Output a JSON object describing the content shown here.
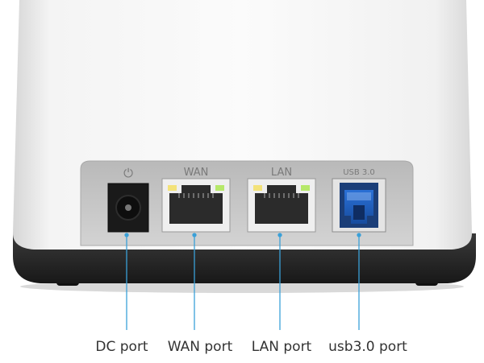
{
  "port_markings": {
    "dc": "⏻",
    "wan": "WAN",
    "lan": "LAN",
    "usb": "USB 3.0"
  },
  "callouts": {
    "dc": "DC port",
    "wan": "WAN port",
    "lan": "LAN port",
    "usb": "usb3.0 port"
  },
  "colors": {
    "body": "#f2f2f2",
    "base": "#262626",
    "port_panel": "#c9c9c9",
    "usb_blue": "#1e5fc2",
    "led_yellow": "#f3e27a",
    "led_green": "#b6e86a",
    "callout_line": "#3aa0d8"
  }
}
